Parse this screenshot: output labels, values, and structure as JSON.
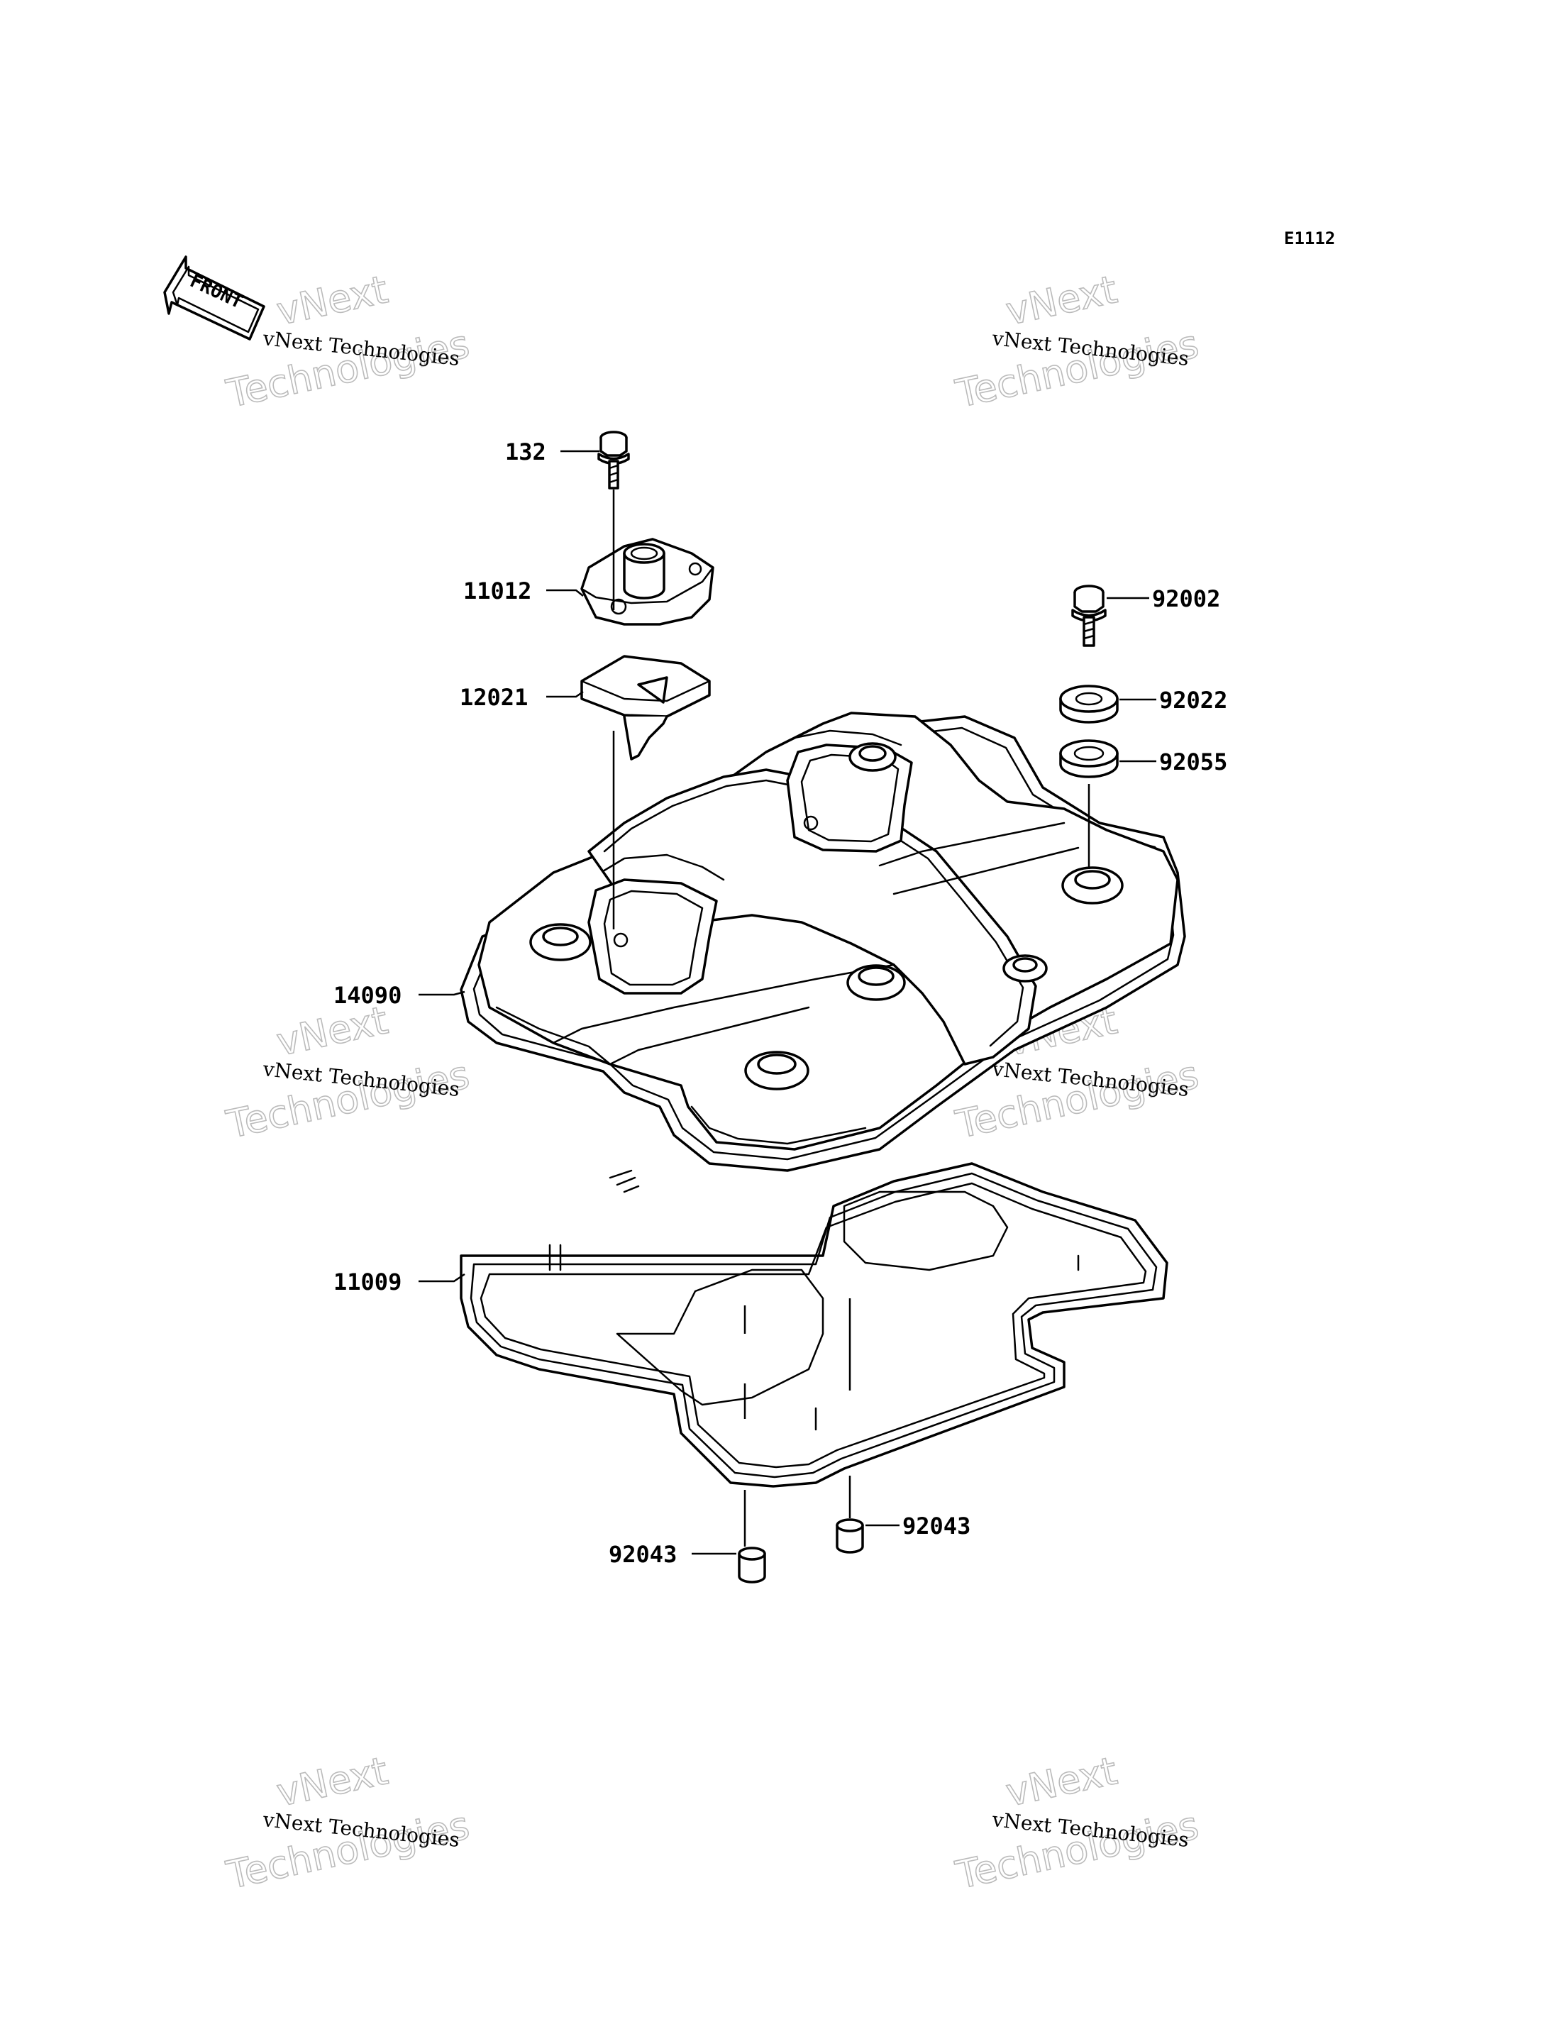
{
  "diagram_code": "E1112",
  "front_label": "FRONT",
  "watermark": {
    "small": "vNext Technologies",
    "big_line1": "vNext",
    "big_line2": "Technologies"
  },
  "callouts": {
    "p132": "132",
    "p11012": "11012",
    "p12021": "12021",
    "p92002": "92002",
    "p92022": "92022",
    "p92055": "92055",
    "p14090": "14090",
    "p11009": "11009",
    "p92043_left": "92043",
    "p92043_right": "92043"
  }
}
